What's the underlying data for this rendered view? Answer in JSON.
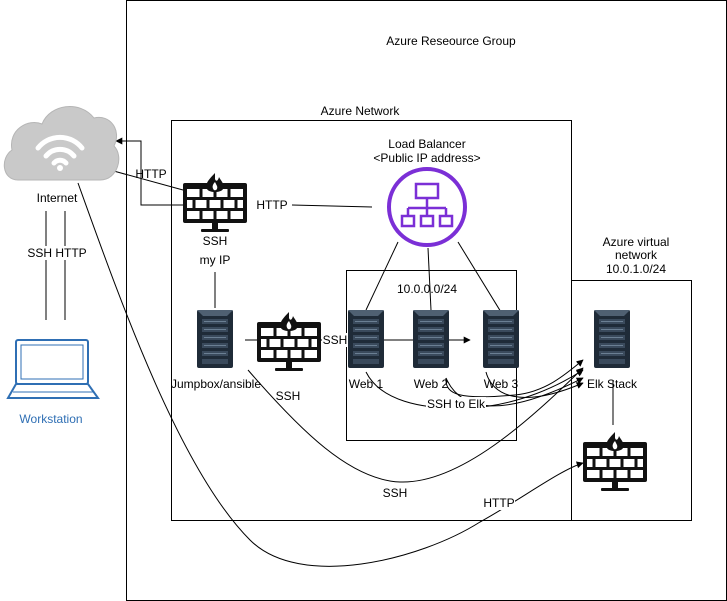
{
  "labels": {
    "resource_group": "Azure Reseource Group",
    "azure_network": "Azure Network",
    "load_balancer": "Load Balancer",
    "public_ip": "<Public IP address>",
    "internet": "Internet",
    "workstation": "Workstation",
    "ssh_http": "SSH HTTP",
    "http_internet": "HTTP",
    "http_fw_lb": "HTTP",
    "ssh_fw": "SSH",
    "my_ip": "my IP",
    "subnet": "10.0.0.0/24",
    "ssh_jumpbox": "SSH",
    "ssh_fw2": "SSH",
    "web1": "Web 1",
    "web2": "Web 2",
    "web3": "Web 3",
    "jumpbox": "Jumpbox/ansible",
    "ssh_to_elk": "SSH to Elk",
    "ssh_bottom": "SSH",
    "http_bottom": "HTTP",
    "vnet_line1": "Azure virtual",
    "vnet_line2": "network",
    "vnet_line3": "10.0.1.0/24",
    "elk": "Elk Stack"
  },
  "colors": {
    "cloud": "#c9c9c9",
    "purple": "#7b2fd6",
    "server_dark": "#1f2b38",
    "server_light": "#4f6072",
    "workstation_blue": "#2f6fb4",
    "black": "#000000"
  },
  "icons": [
    "cloud-wifi-icon",
    "firewall-icon",
    "load-balancer-icon",
    "server-icon",
    "laptop-icon"
  ]
}
